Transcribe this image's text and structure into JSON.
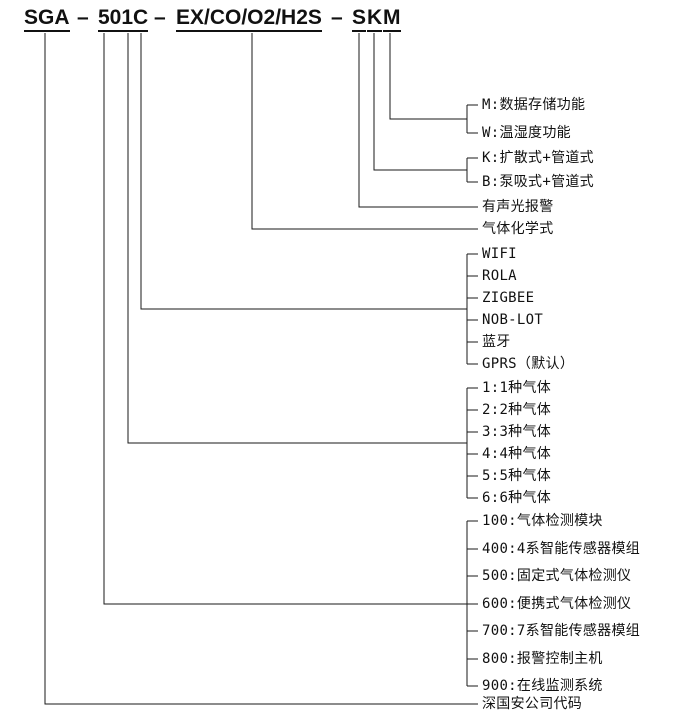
{
  "model_title": {
    "company_code": "SGA",
    "separator": "–",
    "series_code": "501C",
    "gas_code": "EX/CO/O2/H2S",
    "suffix_s": "S",
    "suffix_k": "K",
    "suffix_m": "M"
  },
  "branches": {
    "storage_group": [
      "M:数据存储功能",
      "W:温湿度功能"
    ],
    "sampling_group": [
      "K:扩散式+管道式",
      "B:泵吸式+管道式"
    ],
    "alarm_label": "有声光报警",
    "gas_formula_label": "气体化学式",
    "comm_group": [
      "WIFI",
      "ROLA",
      "ZIGBEE",
      "NOB-LOT",
      "蓝牙",
      "GPRS（默认）"
    ],
    "gas_count_group": [
      "1:1种气体",
      "2:2种气体",
      "3:3种气体",
      "4:4种气体",
      "5:5种气体",
      "6:6种气体"
    ],
    "series_group": [
      "100:气体检测模块",
      "400:4系智能传感器模组",
      "500:固定式气体检测仪",
      "600:便携式气体检测仪",
      "700:7系智能传感器模组",
      "800:报警控制主机",
      "900:在线监测系统"
    ],
    "company_label": "深国安公司代码"
  }
}
